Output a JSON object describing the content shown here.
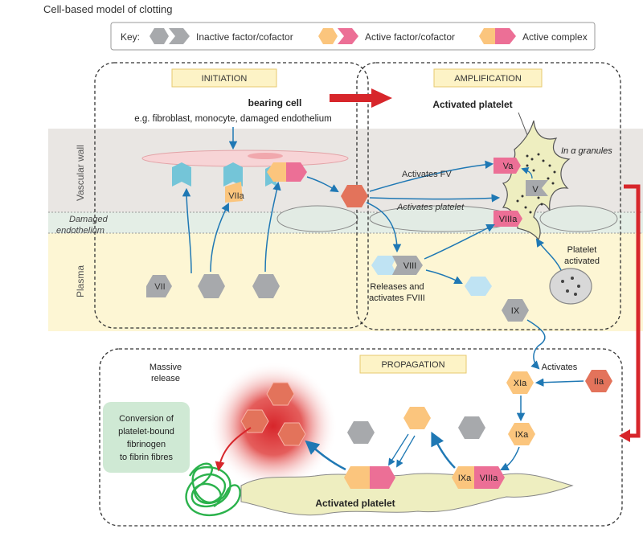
{
  "title": "Cell-based model of clotting",
  "key": {
    "label": "Key:",
    "inactive": "Inactive factor/cofactor",
    "active": "Active factor/cofactor",
    "complex": "Active complex"
  },
  "phases": {
    "initiation": "INITIATION",
    "amplification": "AMPLIFICATION",
    "propagation": "PROPAGATION"
  },
  "regions": {
    "vascular_wall": "Vascular wall",
    "plasma": "Plasma",
    "damaged_line1": "Damaged",
    "damaged_line2": "endothelium"
  },
  "initiation": {
    "cell_title": "bearing cell",
    "cell_examples": "e.g. fibroblast, monocyte, damaged endothelium",
    "factor_vii": "VII",
    "factor_viia": "VIIa"
  },
  "amplification": {
    "activated_platelet": "Activated platelet",
    "alpha_granules": "In α granules",
    "activates_fv": "Activates FV",
    "activates_platelet": "Activates platelet",
    "factor_va": "Va",
    "factor_v": "V",
    "factor_viiia": "VIIIa",
    "factor_viii": "VIII",
    "releases_line1": "Releases and",
    "releases_line2": "activates FVIII",
    "platelet_activated_line1": "Platelet",
    "platelet_activated_line2": "activated",
    "factor_ix": "IX"
  },
  "propagation": {
    "massive_line1": "Massive",
    "massive_line2": "release",
    "conversion_line1": "Conversion of",
    "conversion_line2": "platelet-bound",
    "conversion_line3": "fibrinogen",
    "conversion_line4": "to fibrin fibres",
    "activates": "Activates",
    "factor_xia": "XIa",
    "factor_iia": "IIa",
    "factor_ixa": "IXa",
    "complex_ixa": "IXa",
    "complex_viiia": "VIIIa",
    "activated_platelet": "Activated platelet"
  },
  "colors": {
    "inactive": "#a7a9ac",
    "active_orange": "#fbc57d",
    "active_pink": "#ec6f96",
    "thrombin": "#e3735b",
    "blue_light": "#bfe3f3",
    "teal": "#74c5d8",
    "arrow_blue": "#1f78b4",
    "big_red": "#d7262b",
    "phase_label_bg": "#fdf3c6",
    "wall": "#e9e6e3",
    "plasma": "#fdf6d4",
    "platelet_fill": "#eeeec0",
    "fibrin": "#2bb24c",
    "conversion_box": "#cfe9d4"
  }
}
